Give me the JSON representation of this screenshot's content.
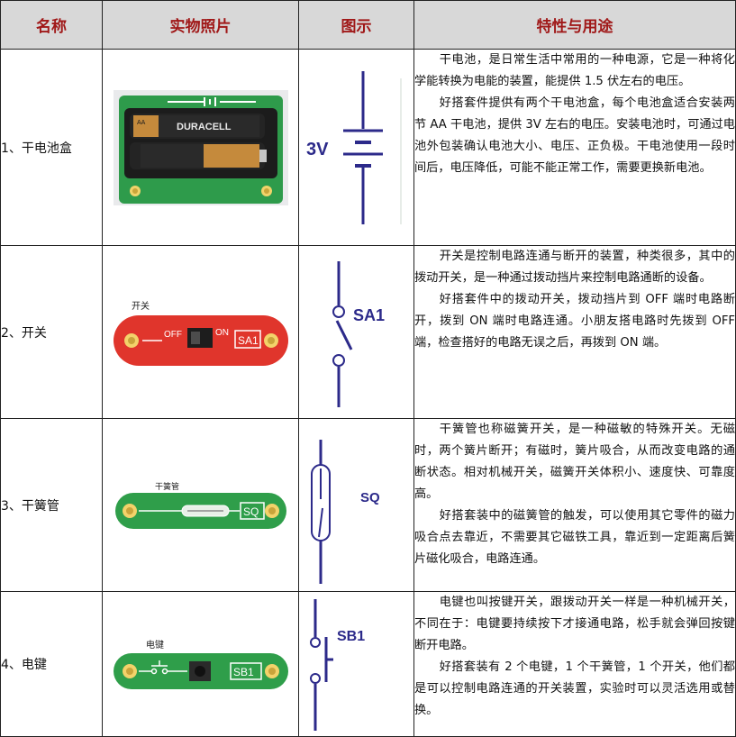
{
  "headers": {
    "name": "名称",
    "photo": "实物照片",
    "symbol": "图示",
    "usage": "特性与用途"
  },
  "rows": [
    {
      "name": "1、干电池盒",
      "symbol_label": "3V",
      "photo_text": {
        "brand": "DURACELL",
        "cell_size": "AA"
      },
      "desc": [
        "干电池，是日常生活中常用的一种电源，它是一种将化学能转换为电能的装置，能提供 1.5 伏左右的电压。",
        "好搭套件提供有两个干电池盒，每个电池盒适合安装两节 AA 干电池，提供 3V 左右的电压。安装电池时，可通过电池外包装确认电池大小、电压、正负极。干电池使用一段时间后，电压降低，可能不能正常工作，需要更换新电池。"
      ]
    },
    {
      "name": "2、开关",
      "symbol_label": "SA1",
      "photo_text": {
        "title": "开关",
        "off": "OFF",
        "on": "ON",
        "code": "SA1"
      },
      "desc": [
        "开关是控制电路连通与断开的装置，种类很多，其中的拨动开关，是一种通过拨动挡片来控制电路通断的设备。",
        "好搭套件中的拨动开关，拨动挡片到 OFF 端时电路断开，拨到 ON 端时电路连通。小朋友搭电路时先拨到 OFF 端，检查搭好的电路无误之后，再拨到 ON 端。"
      ]
    },
    {
      "name": "3、干簧管",
      "symbol_label": "SQ",
      "photo_text": {
        "title": "干簧管",
        "code": "SQ"
      },
      "desc": [
        "干簧管也称磁簧开关，是一种磁敏的特殊开关。无磁时，两个簧片断开；有磁时，簧片吸合，从而改变电路的通断状态。相对机械开关，磁簧开关体积小、速度快、可靠度高。",
        "好搭套装中的磁簧管的触发，可以使用其它零件的磁力吸合点去靠近，不需要其它磁铁工具，靠近到一定距离后簧片磁化吸合，电路连通。"
      ]
    },
    {
      "name": "4、电键",
      "symbol_label": "SB1",
      "photo_text": {
        "title": "电键",
        "code": "SB1"
      },
      "desc": [
        "电键也叫按键开关，跟拨动开关一样是一种机械开关，不同在于：电键要持续按下才接通电路，松手就会弹回按键断开电路。",
        "好搭套装有 2 个电键，1 个干簧管，1 个开关，他们都是可以控制电路连通的开关装置，实验时可以灵活选用或替换。"
      ]
    }
  ],
  "colors": {
    "header_bg": "#d8d8d8",
    "header_text": "#a01818",
    "symbol_line": "#2c2a8a",
    "board_green": "#2f9e4a",
    "board_red": "#e0352c"
  }
}
